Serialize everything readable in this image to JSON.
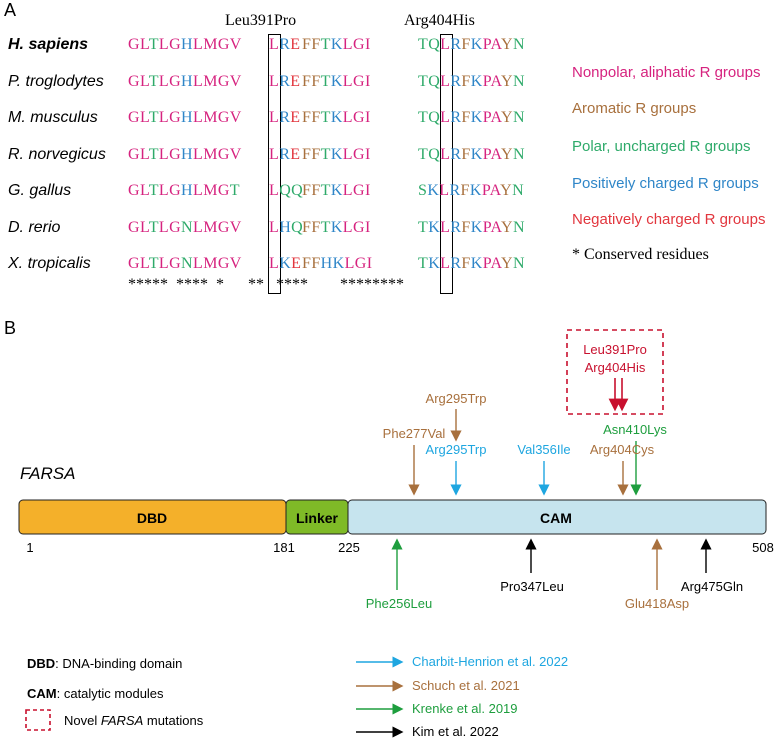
{
  "panel_a": {
    "label": "A",
    "mutation_titles": [
      "Leu391Pro",
      "Arg404His"
    ],
    "species": [
      {
        "name": "H. sapiens",
        "bold": true,
        "block1": "GLTLGHLMGV",
        "block2": "LRE",
        "block3": "FFTKLGI",
        "block4": "TQLRFKPAYN"
      },
      {
        "name": "P. troglodytes",
        "bold": false,
        "block1": "GLTLGHLMGV",
        "block2": "LRE",
        "block3": "FFTKLGI",
        "block4": "TQLRFKPAYN"
      },
      {
        "name": "M. musculus",
        "bold": false,
        "block1": "GLTLGHLMGV",
        "block2": "LRE",
        "block3": "FFTKLGI",
        "block4": "TQLRFKPAYN"
      },
      {
        "name": "R. norvegicus",
        "bold": false,
        "block1": "GLTLGHLMGV",
        "block2": "LRE",
        "block3": "FFTKLGI",
        "block4": "TQLRFKPAYN"
      },
      {
        "name": "G. gallus",
        "bold": false,
        "block1": "GLTLGHLMGT",
        "block2": "LQQ",
        "block3": "FFTKLGI",
        "block4": "SKLRFKPAYN"
      },
      {
        "name": "D. rerio",
        "bold": false,
        "block1": "GLTLGNLMGV",
        "block2": "LHQ",
        "block3": "FFTKLGI",
        "block4": "TKLRFKPAYN"
      },
      {
        "name": "X. tropicalis",
        "bold": false,
        "block1": "GLTLGNLMGV",
        "block2": "LKE",
        "block3": "FFHKLGI",
        "block4": "TKLRFKPAYN"
      }
    ],
    "conserved_line": "*****  ****  *      **   ****        ********",
    "legend": [
      {
        "label": "Nonpolar, aliphatic R groups",
        "color": "#d6237f"
      },
      {
        "label": "Aromatic R groups",
        "color": "#a8703d"
      },
      {
        "label": "Polar, uncharged R groups",
        "color": "#2eaa6a"
      },
      {
        "label": "Positively charged R groups",
        "color": "#2f86c8"
      },
      {
        "label": "Negatively charged R groups",
        "color": "#e2363e"
      },
      {
        "label": "* Conserved residues",
        "color": "#000000"
      }
    ],
    "residue_colors": {
      "G": "#d6237f",
      "L": "#d6237f",
      "M": "#d6237f",
      "V": "#d6237f",
      "A": "#d6237f",
      "P": "#d6237f",
      "I": "#d6237f",
      "F": "#a8703d",
      "Y": "#a8703d",
      "T": "#2eaa6a",
      "Q": "#2eaa6a",
      "N": "#2eaa6a",
      "S": "#2eaa6a",
      "H": "#2f86c8",
      "R": "#2f86c8",
      "K": "#2f86c8",
      "E": "#e2363e"
    }
  },
  "panel_b": {
    "label": "B",
    "gene": "FARSA",
    "domains": [
      {
        "name": "DBD",
        "color": "#f4b02a"
      },
      {
        "name": "Linker",
        "color": "#7fba27"
      },
      {
        "name": "CAM",
        "color": "#c6e4ee"
      }
    ],
    "positions": [
      "1",
      "181",
      "225",
      "508"
    ],
    "novel_box_mutations": [
      "Leu391Pro",
      "Arg404His"
    ],
    "mutations_above": [
      {
        "label": "Phe277Val",
        "color": "#a8703d"
      },
      {
        "label": "Arg295Trp",
        "color": "#a8703d"
      },
      {
        "label": "Arg295Trp",
        "color": "#1ea6e0"
      },
      {
        "label": "Val356Ile",
        "color": "#1ea6e0"
      },
      {
        "label": "Asn410Lys",
        "color": "#1e9e3e"
      },
      {
        "label": "Arg404Cys",
        "color": "#a8703d"
      }
    ],
    "mutations_below": [
      {
        "label": "Phe256Leu",
        "color": "#1e9e3e"
      },
      {
        "label": "Pro347Leu",
        "color": "#000000"
      },
      {
        "label": "Glu418Asp",
        "color": "#a8703d"
      },
      {
        "label": "Arg475Gln",
        "color": "#000000"
      }
    ],
    "legend_left": [
      {
        "abbr": "DBD",
        "desc": ": DNA-binding domain"
      },
      {
        "abbr": "CAM",
        "desc": ": catalytic modules"
      }
    ],
    "novel_legend": {
      "prefix": "Novel ",
      "gene": "FARSA",
      "suffix": " mutations"
    },
    "sources": [
      {
        "label": "Charbit-Henrion et al. 2022",
        "color": "#1ea6e0"
      },
      {
        "label": "Schuch et al. 2021",
        "color": "#a8703d"
      },
      {
        "label": "Krenke et al. 2019",
        "color": "#1e9e3e"
      },
      {
        "label": "Kim et al. 2022",
        "color": "#000000"
      }
    ]
  }
}
